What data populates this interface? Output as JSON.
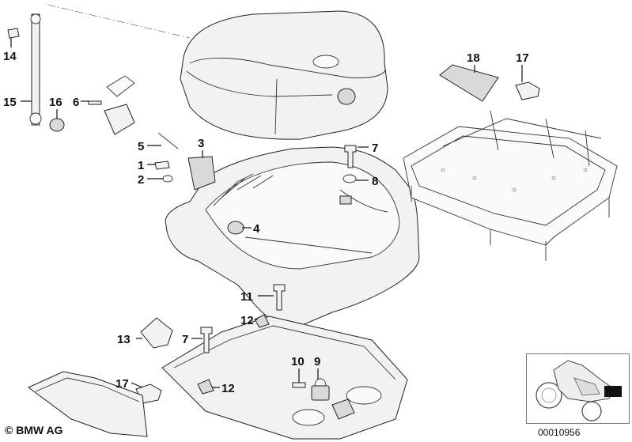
{
  "callouts": {
    "c1": "1",
    "c2": "2",
    "c3": "3",
    "c4": "4",
    "c5": "5",
    "c6": "6",
    "c7a": "7",
    "c7b": "7",
    "c8": "8",
    "c9": "9",
    "c10": "10",
    "c11": "11",
    "c12a": "12",
    "c12b": "12",
    "c13": "13",
    "c14": "14",
    "c15": "15",
    "c16": "16",
    "c17a": "17",
    "c17b": "17",
    "c18": "18"
  },
  "footer": {
    "copyright": "© BMW AG",
    "diagram_number": "00010956"
  },
  "colors": {
    "line": "#222222",
    "fill": "#f2f2f2",
    "accent_dark": "#d9d9d9"
  }
}
